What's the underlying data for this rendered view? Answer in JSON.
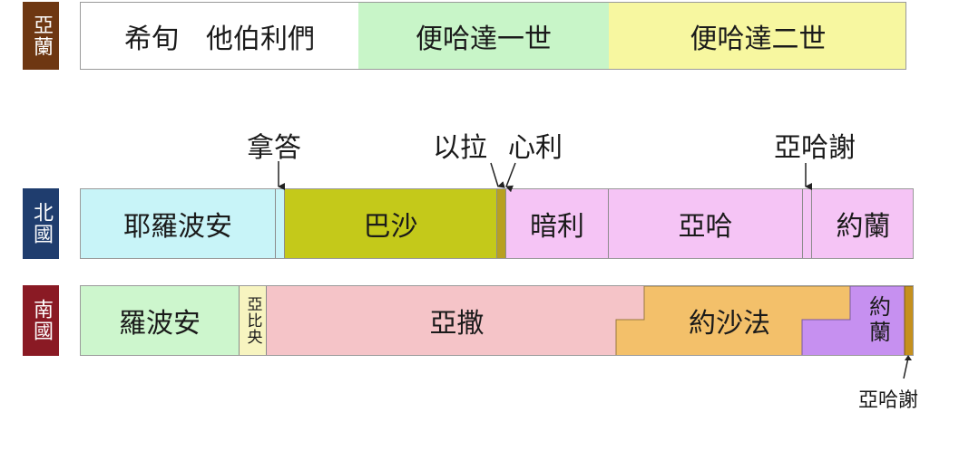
{
  "rows": {
    "aram": {
      "tag": "亞蘭",
      "tag_color": "#6e3712",
      "segments": [
        {
          "label": "希旬　他伯利們",
          "color": "#ffffff"
        },
        {
          "label": "便哈達一世",
          "color": "#c8f5c8"
        },
        {
          "label": "便哈達二世",
          "color": "#f7f7a0"
        }
      ]
    },
    "north": {
      "tag": "北國",
      "tag_color": "#1f3d6e",
      "segments": [
        {
          "label": "耶羅波安",
          "color": "#c8f4f8"
        },
        {
          "label": "",
          "color": "#c8f4f8"
        },
        {
          "label": "巴沙",
          "color": "#c4c91a"
        },
        {
          "label": "",
          "color": "#b8a020"
        },
        {
          "label": "暗利",
          "color": "#f5c4f5"
        },
        {
          "label": "亞哈",
          "color": "#f5c4f5"
        },
        {
          "label": "",
          "color": "#f5c4f5"
        },
        {
          "label": "約蘭",
          "color": "#f5c4f5"
        }
      ],
      "callouts": [
        "拿答",
        "以拉",
        "心利",
        "亞哈謝"
      ]
    },
    "south": {
      "tag": "南國",
      "tag_color": "#8a1a24",
      "segments": [
        {
          "label": "羅波安",
          "color": "#cdf6cd"
        },
        {
          "label": "亞比央",
          "color": "#f7f4c0"
        },
        {
          "label": "亞撒",
          "color": "#f5c4c8"
        },
        {
          "label": "約沙法",
          "color": "#f3c06a"
        },
        {
          "label": "約蘭",
          "color": "#c690f0"
        },
        {
          "label": "",
          "color": "#c5901e"
        }
      ],
      "callouts": [
        "亞哈謝"
      ]
    }
  }
}
